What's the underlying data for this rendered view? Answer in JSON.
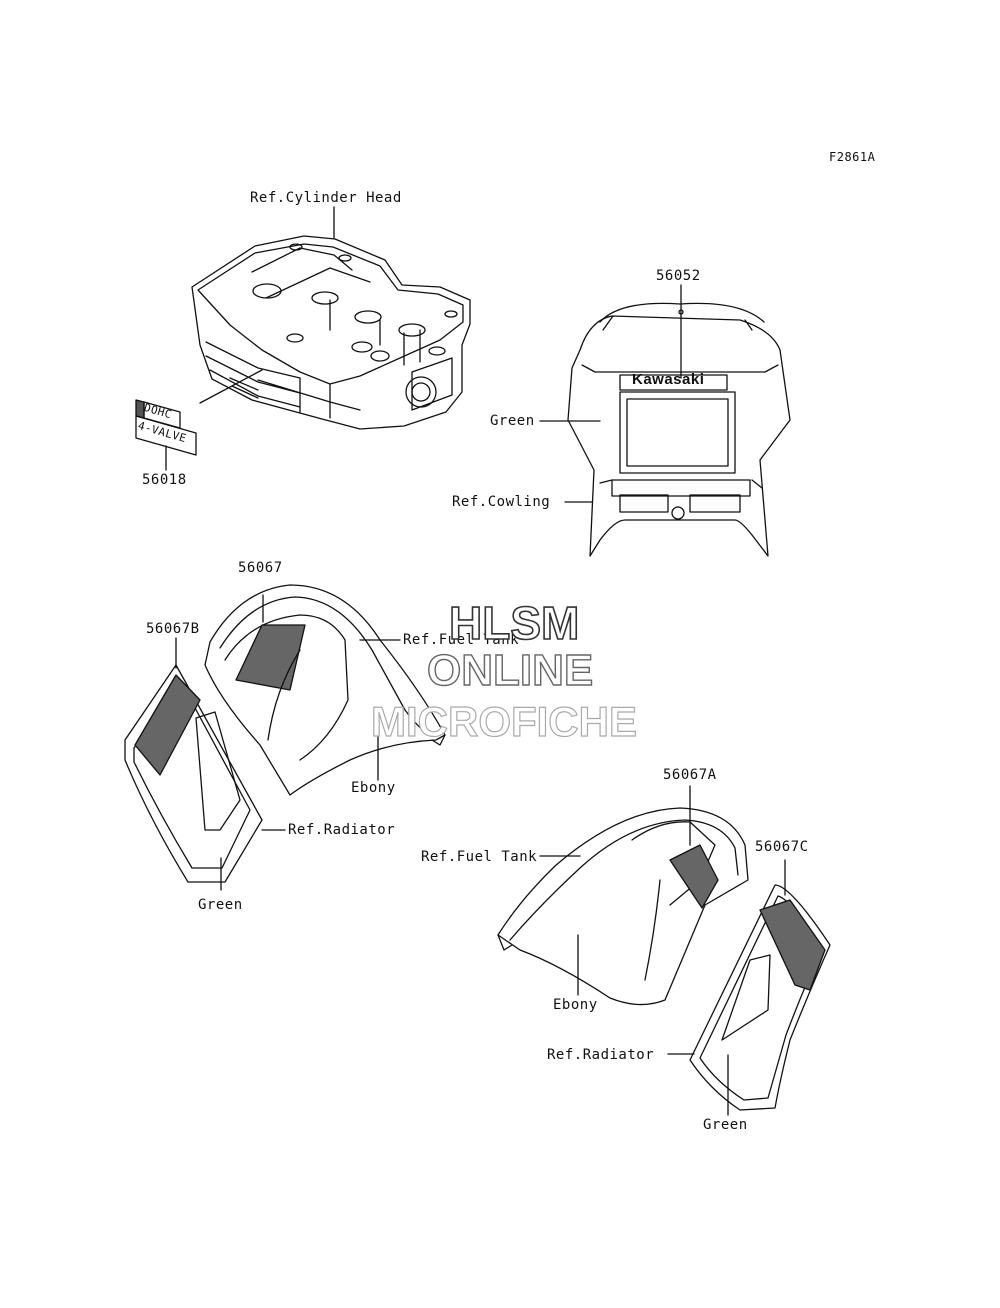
{
  "figure_code": "F2861A",
  "labels": {
    "cylinder_head_ref": "Ref.Cylinder Head",
    "part_56052": "56052",
    "green_cowling": "Green",
    "cowling_ref": "Ref.Cowling",
    "part_56018": "56018",
    "decal_line1": "DOHC",
    "decal_line2": "4-VALVE",
    "cowling_brand": "Kawasaki",
    "part_56067": "56067",
    "part_56067B": "56067B",
    "fuel_tank_ref_left": "Ref.Fuel Tank",
    "ebony_left": "Ebony",
    "radiator_ref_left": "Ref.Radiator",
    "green_left": "Green",
    "part_56067A": "56067A",
    "fuel_tank_ref_right": "Ref.Fuel Tank",
    "part_56067C": "56067C",
    "ebony_right": "Ebony",
    "radiator_ref_right": "Ref.Radiator",
    "green_right": "Green"
  },
  "watermark": {
    "line1": "HLSM",
    "line2": "ONLINE",
    "line3": "MICROFICHE"
  }
}
